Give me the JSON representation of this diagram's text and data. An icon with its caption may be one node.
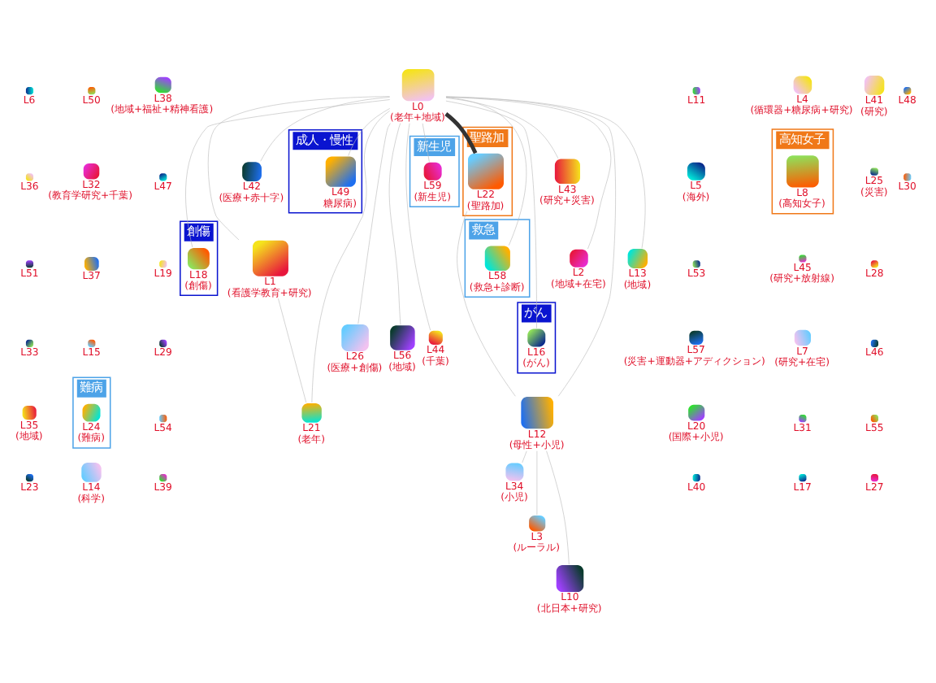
{
  "diagram": {
    "nodes": [
      {
        "text": [
          "L6"
        ]
      },
      {
        "text": [
          "L36"
        ]
      },
      {
        "text": [
          "L51"
        ]
      },
      {
        "text": [
          "L33"
        ]
      },
      {
        "text": [
          "L35",
          "(地域)"
        ]
      },
      {
        "text": [
          "L23"
        ]
      },
      {
        "text": [
          "L50"
        ]
      },
      {
        "text": [
          "L32",
          "(教育学研究+千葉)"
        ]
      },
      {
        "text": [
          "L37"
        ]
      },
      {
        "text": [
          "L15"
        ]
      },
      {
        "text": [
          "難病"
        ]
      },
      {
        "text": [
          "L24",
          "(難病)"
        ],
        "in": 10
      },
      {
        "text": [
          "L14",
          "(科学)"
        ]
      },
      {
        "text": [
          "L38",
          "(地域+福祉+精神看護)"
        ]
      },
      {
        "text": [
          "L47"
        ]
      },
      {
        "text": [
          "L19"
        ]
      },
      {
        "text": [
          "L29"
        ]
      },
      {
        "text": [
          "創傷"
        ]
      },
      {
        "text": [
          "L1",
          "(看護学教育+研究)"
        ]
      },
      {
        "text": [
          "L42",
          "(医療+赤十字)"
        ]
      },
      {
        "text": [
          "L18",
          "(創傷)"
        ],
        "in": 17
      },
      {
        "text": [
          "成人・慢性"
        ]
      },
      {
        "text": [
          "L49",
          "糖尿病)"
        ],
        "in": 21
      },
      {
        "text": [
          "L54"
        ]
      },
      {
        "text": [
          "L39"
        ]
      },
      {
        "text": [
          "L21",
          "(老年)"
        ]
      },
      {
        "text": [
          "L26",
          "(医療+創傷)"
        ]
      },
      {
        "text": [
          "L11"
        ]
      },
      {
        "text": [
          "L5",
          "(海外)"
        ]
      },
      {
        "text": [
          "L0",
          "(老年+地域)"
        ]
      },
      {
        "text": [
          "L56",
          "(地域)"
        ]
      },
      {
        "text": [
          "L53"
        ]
      },
      {
        "text": [
          "L44",
          "(千葉)"
        ]
      },
      {
        "text": [
          "L57",
          "(災害+運動器+アディクション)"
        ]
      },
      {
        "text": [
          "新生児"
        ]
      },
      {
        "text": [
          "L59",
          "(新生児)"
        ],
        "in": 34
      },
      {
        "text": [
          "聖路加"
        ]
      },
      {
        "text": [
          "L22",
          "(聖路加)"
        ],
        "in": 36
      },
      {
        "text": [
          "救急"
        ]
      },
      {
        "text": [
          "L58",
          "(救急+診断)"
        ],
        "in": 38
      },
      {
        "text": [
          "L34",
          "(小児)"
        ]
      },
      {
        "text": [
          "L20",
          "(国際+小児)"
        ]
      },
      {
        "text": [
          "L40"
        ]
      },
      {
        "text": [
          "L4",
          "(循環器+糖尿病+研究)"
        ]
      },
      {
        "text": [
          "がん"
        ]
      },
      {
        "text": [
          "L16",
          "(がん)"
        ],
        "in": 44
      },
      {
        "text": [
          "L43",
          "(研究+災害)"
        ]
      },
      {
        "text": [
          "高知女子"
        ]
      },
      {
        "text": [
          "L8",
          "(高知女子)"
        ],
        "in": 47
      },
      {
        "text": [
          "L2",
          "(地域+在宅)"
        ]
      },
      {
        "text": [
          "L12",
          "(母性+小児)"
        ]
      },
      {
        "text": [
          "L3",
          "(ルーラル)"
        ]
      },
      {
        "text": [
          "L45",
          "(研究+放射線)"
        ]
      },
      {
        "text": [
          "L13",
          "(地域)"
        ]
      },
      {
        "text": [
          "L7",
          "(研究+在宅)"
        ]
      },
      {
        "text": [
          "L31"
        ]
      },
      {
        "text": [
          "L17"
        ]
      },
      {
        "text": [
          "L41",
          "(研究)"
        ]
      },
      {
        "text": [
          "L10",
          "(北日本+研究)"
        ]
      },
      {
        "text": [
          "L25",
          "(災害)"
        ]
      },
      {
        "text": [
          "L28"
        ]
      },
      {
        "text": [
          "L46"
        ]
      },
      {
        "text": [
          "L55"
        ]
      },
      {
        "text": [
          "L27"
        ]
      },
      {
        "text": [
          "L48"
        ]
      },
      {
        "text": [
          "L30"
        ]
      }
    ],
    "edges": [
      {
        "from": 29,
        "to": 37,
        "arrow": "none",
        "style": "thick",
        "color": "#333333"
      },
      {
        "from": 29,
        "to": 18,
        "arrow": "none"
      },
      {
        "from": 29,
        "to": 25,
        "arrow": "none"
      },
      {
        "from": 29,
        "to": 22,
        "arrow": "none"
      },
      {
        "from": 29,
        "to": 20,
        "arrow": "none"
      },
      {
        "from": 29,
        "to": 30,
        "arrow": "none"
      },
      {
        "from": 29,
        "to": 50,
        "arrow": "none"
      },
      {
        "from": 29,
        "to": 39,
        "arrow": "none"
      },
      {
        "from": 29,
        "to": 26,
        "arrow": "none"
      },
      {
        "from": 29,
        "to": 46,
        "arrow": "none"
      },
      {
        "from": 29,
        "to": 49,
        "arrow": "none"
      },
      {
        "from": 29,
        "to": 45,
        "arrow": "none"
      },
      {
        "from": 29,
        "to": 35,
        "arrow": "none"
      },
      {
        "from": 29,
        "to": 53,
        "arrow": "none"
      },
      {
        "from": 29,
        "to": 32,
        "arrow": "none"
      },
      {
        "from": 29,
        "to": 19,
        "arrow": "none"
      },
      {
        "from": 18,
        "to": 25,
        "arrow": "none"
      },
      {
        "from": 37,
        "to": 50,
        "arrow": "none"
      },
      {
        "from": 50,
        "to": 40,
        "arrow": "none"
      },
      {
        "from": 50,
        "to": 51,
        "arrow": "none"
      },
      {
        "from": 50,
        "to": 58,
        "arrow": "none"
      }
    ]
  }
}
